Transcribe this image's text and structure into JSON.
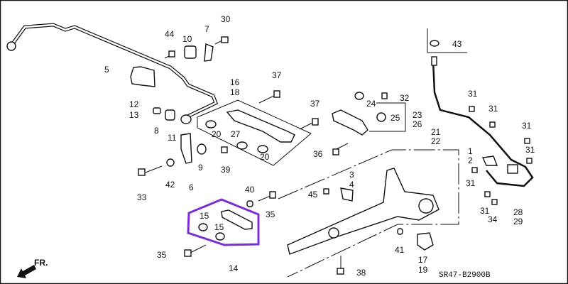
{
  "diagram": {
    "code": "SR47-B2900B",
    "front_indicator": "FR.",
    "highlight_color": "#7b2fd0",
    "callouts": [
      "30",
      "44",
      "10",
      "7",
      "5",
      "12",
      "13",
      "8",
      "11",
      "16",
      "18",
      "37",
      "37",
      "20",
      "27",
      "20",
      "9",
      "39",
      "42",
      "6",
      "33",
      "40",
      "35",
      "15",
      "15",
      "35",
      "14",
      "24",
      "32",
      "23",
      "26",
      "25",
      "43",
      "31",
      "31",
      "31",
      "21",
      "22",
      "31",
      "1",
      "2",
      "31",
      "31",
      "34",
      "28",
      "29",
      "3",
      "4",
      "45",
      "41",
      "17",
      "19",
      "36",
      "38"
    ]
  }
}
